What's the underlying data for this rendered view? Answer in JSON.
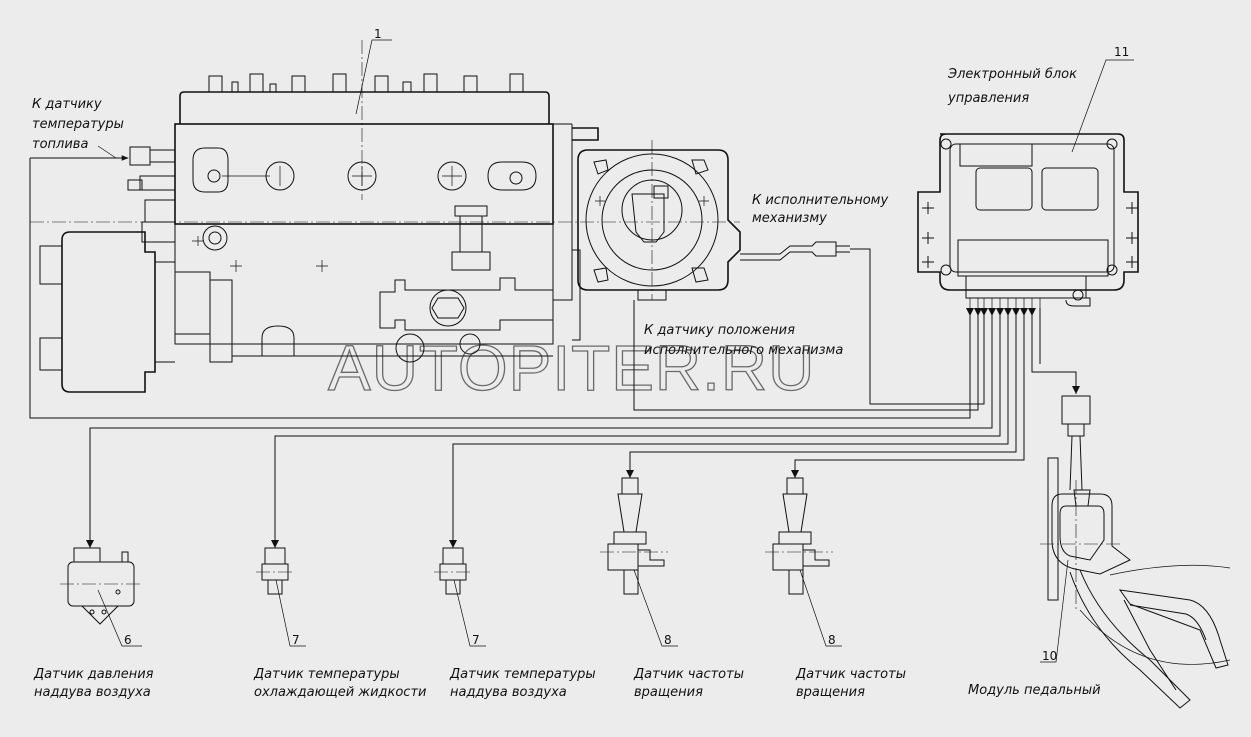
{
  "diagram": {
    "watermark": "AUTOPITER.RU",
    "components": [
      {
        "id": "injection-pump",
        "number": "1"
      },
      {
        "id": "ecu",
        "number": "11",
        "label_lines": [
          "Электронный блок",
          "управления"
        ]
      },
      {
        "id": "boost-pressure-sensor",
        "number": "6",
        "label_lines": [
          "Датчик давления",
          "наддува воздуха"
        ]
      },
      {
        "id": "coolant-temp-sensor",
        "number": "7",
        "label_lines": [
          "Датчик температуры",
          "охлаждающей жидкости"
        ]
      },
      {
        "id": "boost-air-temp-sensor",
        "number": "7",
        "label_lines": [
          "Датчик температуры",
          "наддува воздуха"
        ]
      },
      {
        "id": "speed-sensor-1",
        "number": "8",
        "label_lines": [
          "Датчик частоты",
          "вращения"
        ]
      },
      {
        "id": "speed-sensor-2",
        "number": "8",
        "label_lines": [
          "Датчик частоты",
          "вращения"
        ]
      },
      {
        "id": "pedal-module",
        "number": "10",
        "label_lines": [
          "Модуль педальный"
        ]
      }
    ],
    "callouts": {
      "fuel_temp_sensor": [
        "К датчику",
        "температуры",
        "топлива"
      ],
      "actuator": [
        "К исполнительному",
        "механизму"
      ],
      "actuator_position_sensor": [
        "К датчику положения",
        "исполнительного механизма"
      ]
    }
  }
}
